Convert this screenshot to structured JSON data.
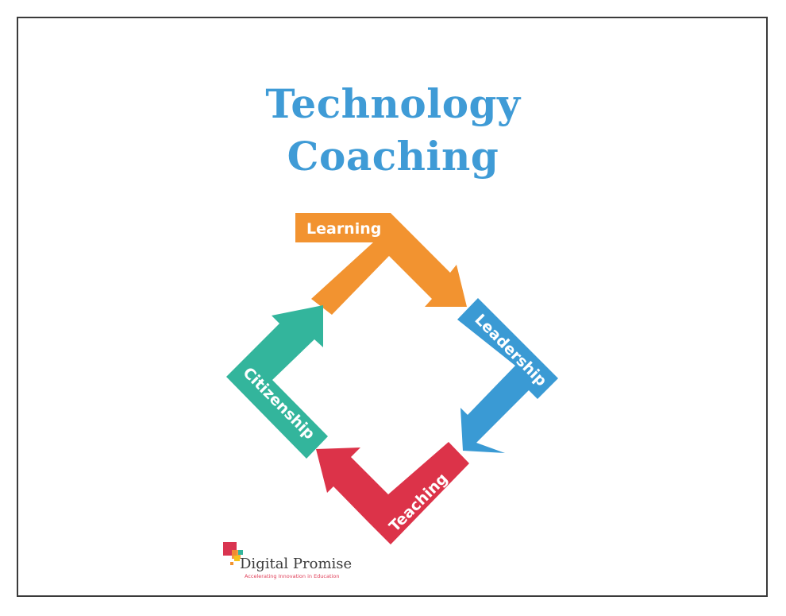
{
  "title": {
    "line1": "Technology",
    "line2": "Coaching",
    "color": "#3f9bd6"
  },
  "cycle": {
    "steps": [
      {
        "label": "Learning",
        "color": "#f29330",
        "direction": "down-right"
      },
      {
        "label": "Leadership",
        "color": "#3a9ad4",
        "direction": "down-left"
      },
      {
        "label": "Teaching",
        "color": "#dc3349",
        "direction": "up-left"
      },
      {
        "label": "Citizenship",
        "color": "#33b59c",
        "direction": "up-right"
      }
    ]
  },
  "logo": {
    "name": "Digital Promise",
    "trademark": "·",
    "tagline": "Accelerating Innovation in Education",
    "colors": {
      "red": "#d93450",
      "orange": "#f29330",
      "yellow": "#f5c21b",
      "teal": "#33b59c",
      "text": "#3b3b3b",
      "tagline": "#e0405a"
    }
  }
}
